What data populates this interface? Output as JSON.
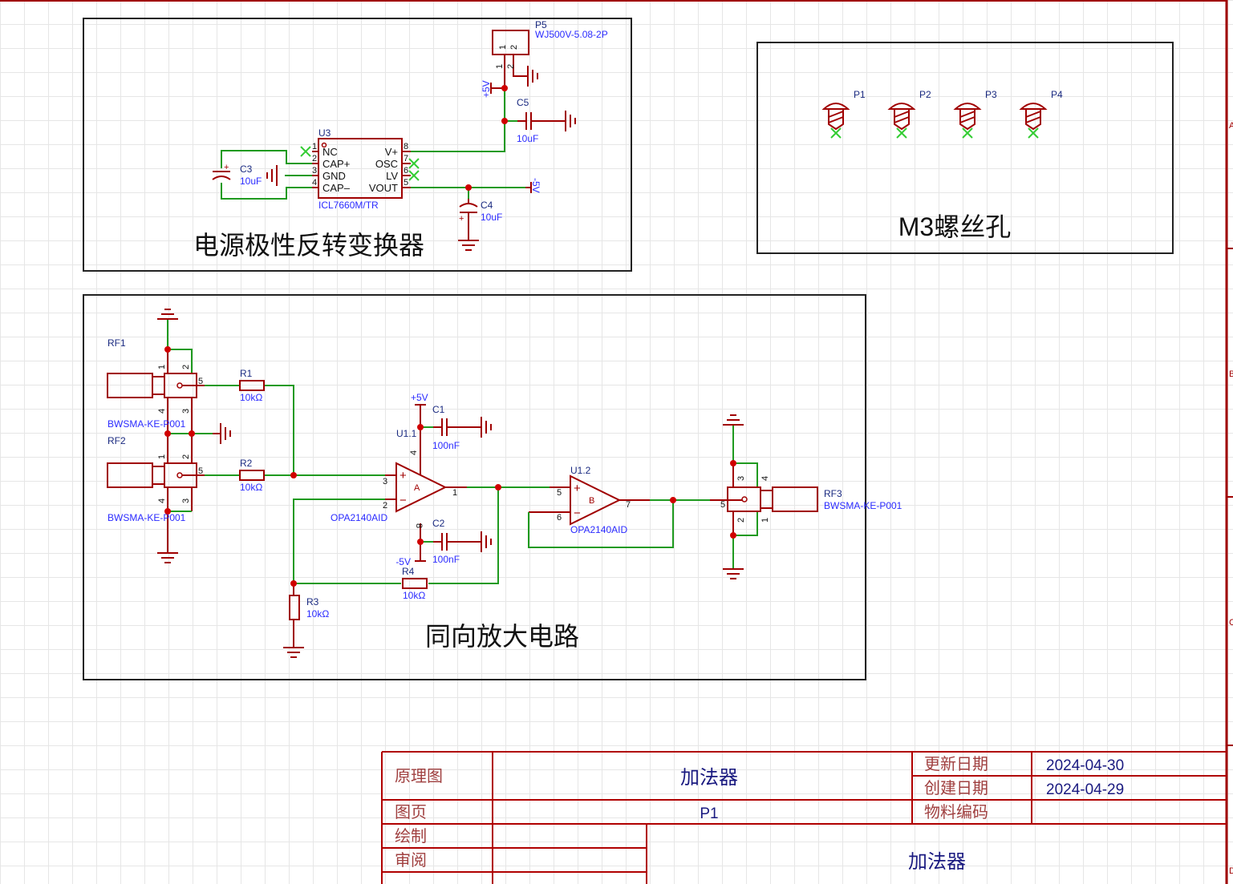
{
  "sheet": {
    "zones": [
      "A",
      "B",
      "C",
      "D"
    ],
    "colors": {
      "wire": "#1f9a1f",
      "component": "#a00000",
      "label": "#2b2bff",
      "junction": "#d00000"
    }
  },
  "power_block": {
    "title": "电源极性反转变换器",
    "u3": {
      "ref": "U3",
      "part": "ICL7660M/TR",
      "left_pins": [
        {
          "num": "1",
          "name": "NC"
        },
        {
          "num": "2",
          "name": "CAP+"
        },
        {
          "num": "3",
          "name": "GND"
        },
        {
          "num": "4",
          "name": "CAP–"
        }
      ],
      "right_pins": [
        {
          "num": "8",
          "name": "V+"
        },
        {
          "num": "7",
          "name": "OSC"
        },
        {
          "num": "6",
          "name": "LV"
        },
        {
          "num": "5",
          "name": "VOUT"
        }
      ]
    },
    "p5": {
      "ref": "P5",
      "part": "WJ500V-5.08-2P",
      "pins": [
        "1",
        "2"
      ],
      "pins_outer": [
        "1",
        "2"
      ]
    },
    "c5": {
      "ref": "C5",
      "value": "10uF"
    },
    "c3": {
      "ref": "C3",
      "value": "10uF"
    },
    "c4": {
      "ref": "C4",
      "value": "10uF"
    },
    "nets": {
      "pos": "+5V",
      "neg": "-5V"
    }
  },
  "screw_block": {
    "title": "M3螺丝孔",
    "holes": [
      "P1",
      "P2",
      "P3",
      "P4"
    ]
  },
  "amp_block": {
    "title": "同向放大电路",
    "rf1": {
      "ref": "RF1",
      "part": "BWSMA-KE-P001",
      "pins": [
        "1",
        "2",
        "5",
        "4",
        "3"
      ]
    },
    "rf2": {
      "ref": "RF2",
      "part": "BWSMA-KE-P001",
      "pins": [
        "1",
        "2",
        "5",
        "4",
        "3"
      ]
    },
    "rf3": {
      "ref": "RF3",
      "part": "BWSMA-KE-P001",
      "pins": [
        "3",
        "4",
        "5",
        "2",
        "1"
      ]
    },
    "r1": {
      "ref": "R1",
      "value": "10kΩ"
    },
    "r2": {
      "ref": "R2",
      "value": "10kΩ"
    },
    "r3": {
      "ref": "R3",
      "value": "10kΩ"
    },
    "r4": {
      "ref": "R4",
      "value": "10kΩ"
    },
    "c1": {
      "ref": "C1",
      "value": "100nF"
    },
    "c2": {
      "ref": "C2",
      "value": "100nF"
    },
    "u11": {
      "ref": "U1.1",
      "part": "OPA2140AID",
      "unit": "A",
      "pins": [
        "3",
        "2",
        "1",
        "4",
        "8"
      ]
    },
    "u12": {
      "ref": "U1.2",
      "part": "OPA2140AID",
      "unit": "B",
      "pins": [
        "5",
        "6",
        "7"
      ]
    },
    "nets": {
      "pos": "+5V",
      "neg": "-5V"
    }
  },
  "title_block": {
    "type_label": "原理图",
    "title": "加法器",
    "updated_label": "更新日期",
    "updated": "2024-04-30",
    "created_label": "创建日期",
    "created": "2024-04-29",
    "page_label": "图页",
    "page": "P1",
    "material_label": "物料编码",
    "material": "",
    "drawn_label": "绘制",
    "reviewed_label": "审阅",
    "company": "加法器"
  }
}
